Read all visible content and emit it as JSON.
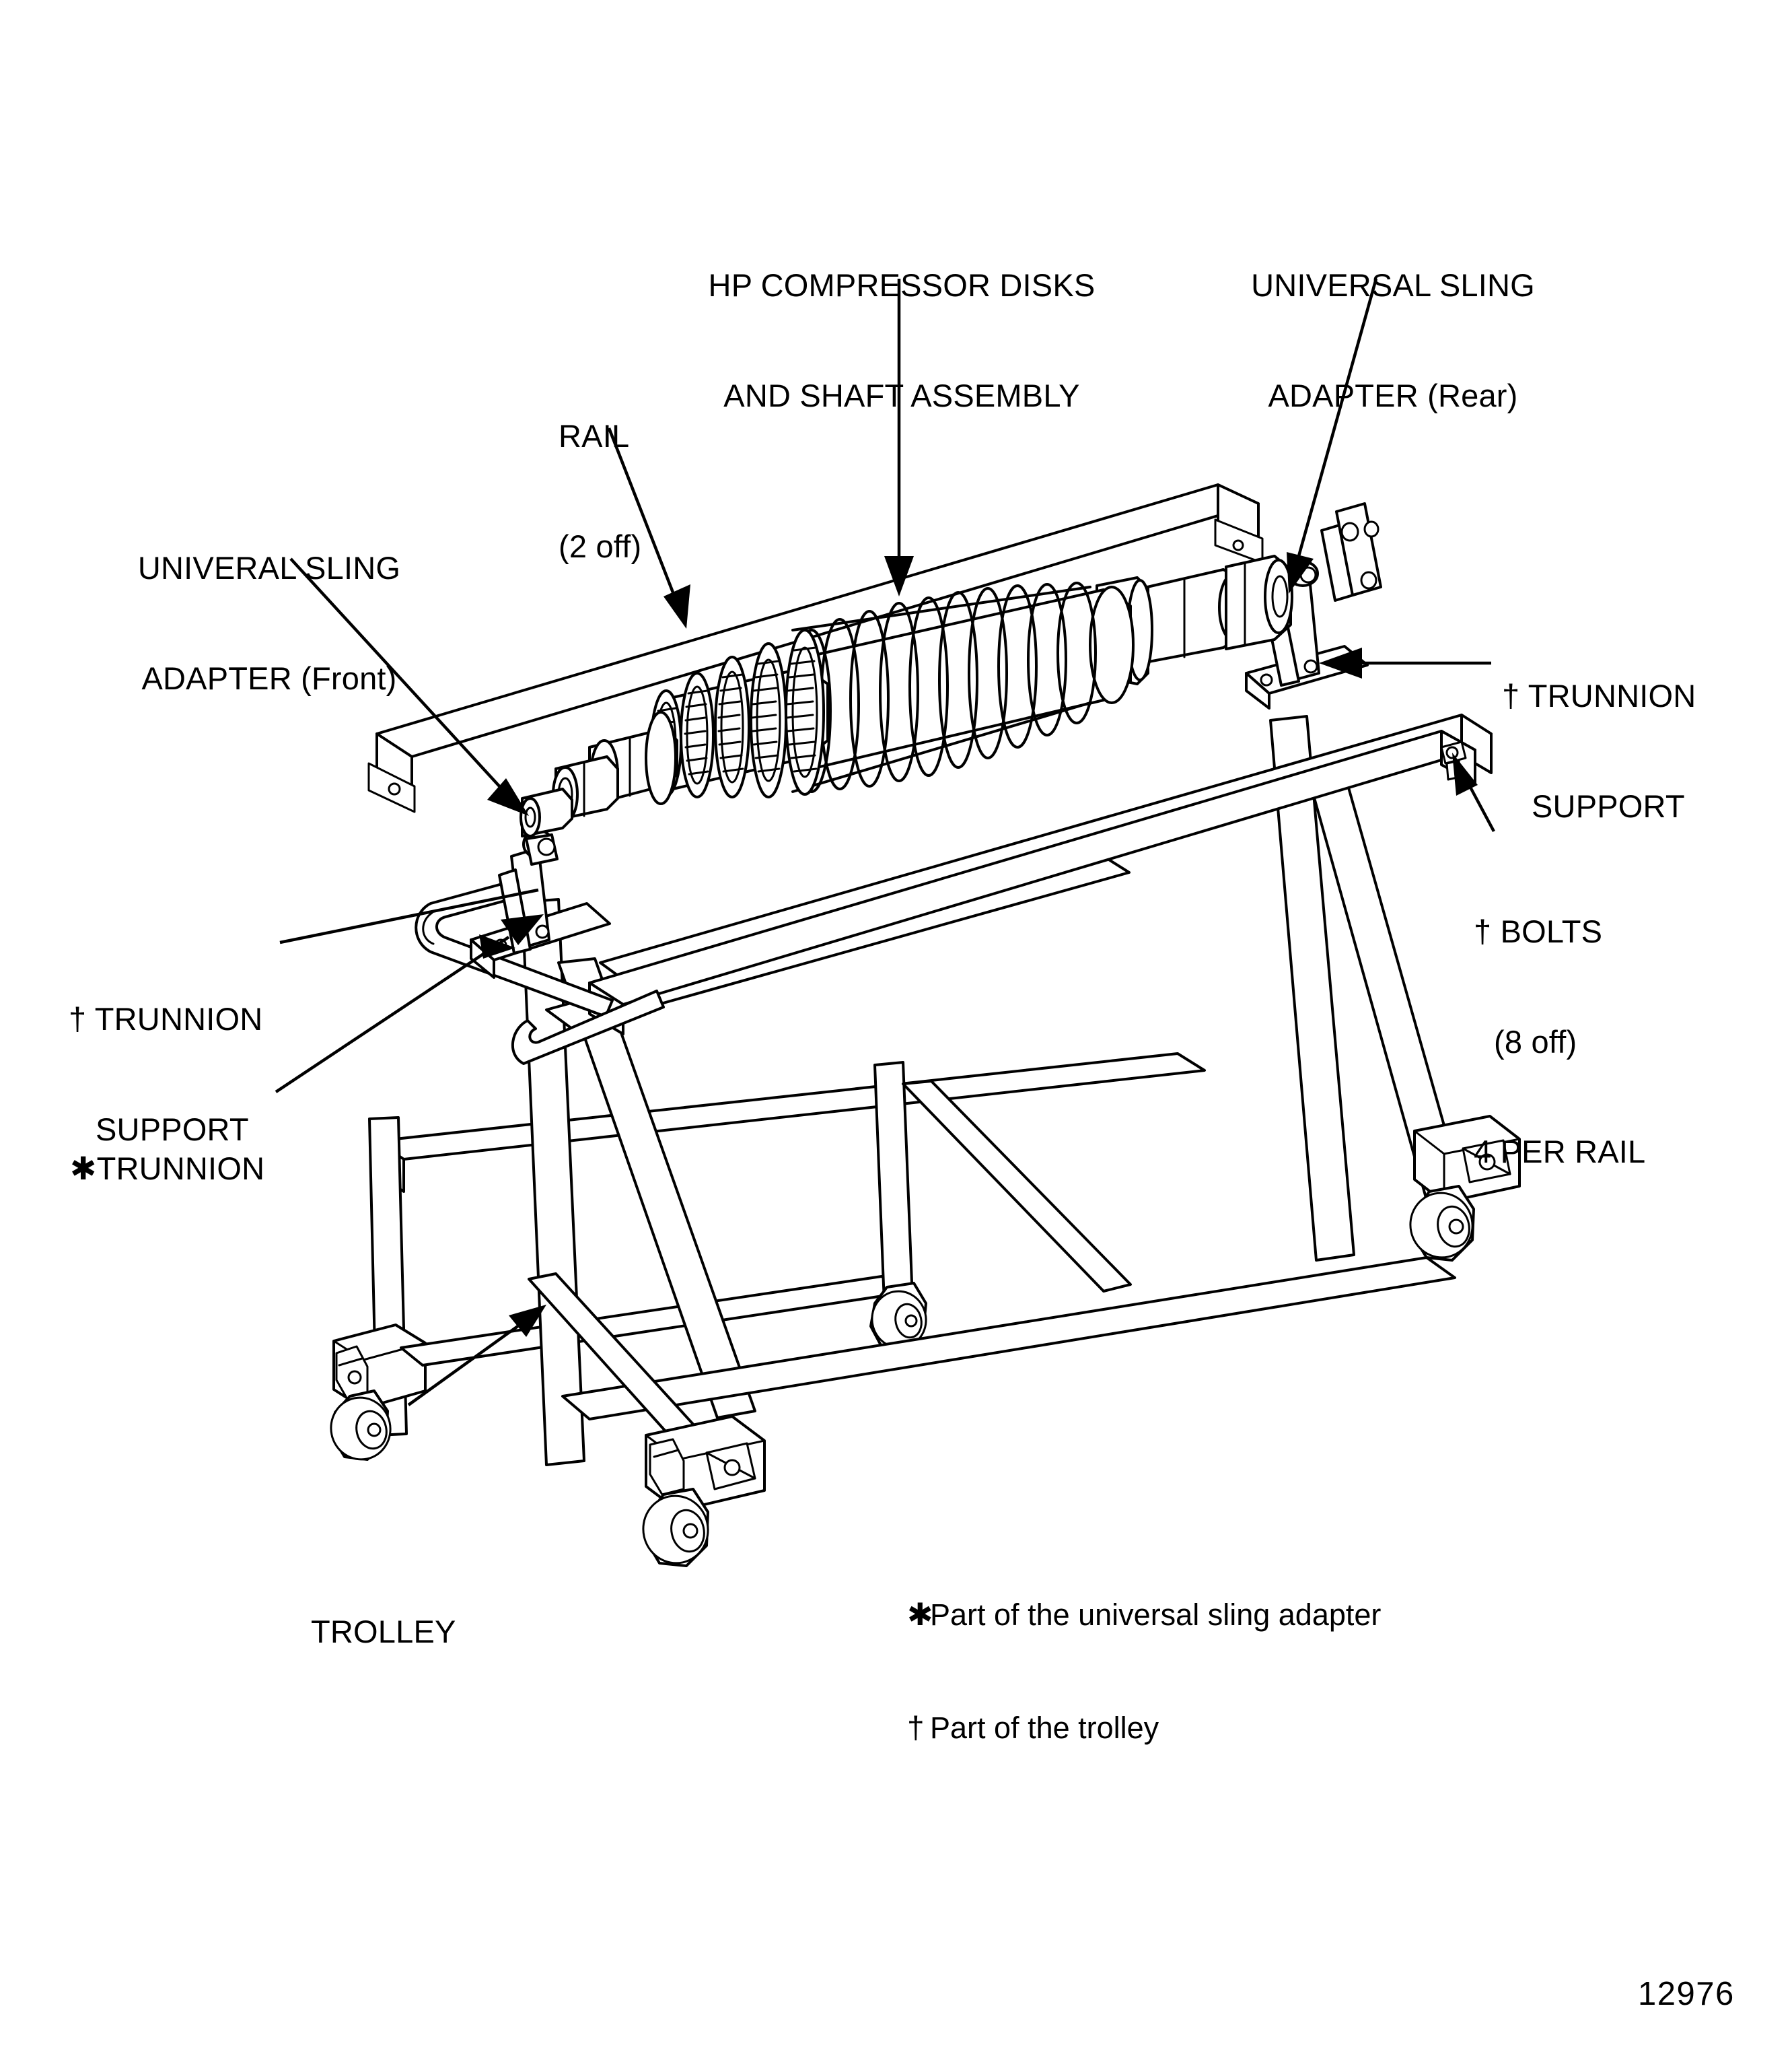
{
  "figure": {
    "number": "12976",
    "subject": "HP compressor disks and shaft assembly mounted on trolley with universal sling adapters"
  },
  "callouts": {
    "hp_compressor": {
      "line1": "HP COMPRESSOR DISKS",
      "line2": "AND SHAFT ASSEMBLY"
    },
    "sling_rear": {
      "line1": "UNIVERSAL SLING",
      "line2": "ADAPTER (Rear)"
    },
    "rail": {
      "line1": "RAIL",
      "line2": "(2 off)"
    },
    "sling_front": {
      "line1": "UNIVERAL SLING",
      "line2": "ADAPTER (Front)"
    },
    "trunnion_support_right": {
      "line1": "† TRUNNION",
      "line2": "SUPPORT"
    },
    "bolts": {
      "line1": "† BOLTS",
      "line2": "(8 off)",
      "line3": "4 PER RAIL"
    },
    "trunnion_support_left": {
      "line1": "† TRUNNION",
      "line2": "SUPPORT"
    },
    "trunnion": {
      "line1": "✱TRUNNION"
    },
    "trolley": {
      "line1": "TROLLEY"
    }
  },
  "legend": {
    "items": [
      {
        "symbol": "✱",
        "text": "Part of the universal sling adapter"
      },
      {
        "symbol": "†",
        "text": "Part of the trolley"
      }
    ],
    "item0_symbol": "✱",
    "item0_text": "Part of the universal sling adapter",
    "item1_symbol": "†",
    "item1_text": "Part of the trolley"
  },
  "colors": {
    "ink": "#000000",
    "paper": "#ffffff"
  }
}
